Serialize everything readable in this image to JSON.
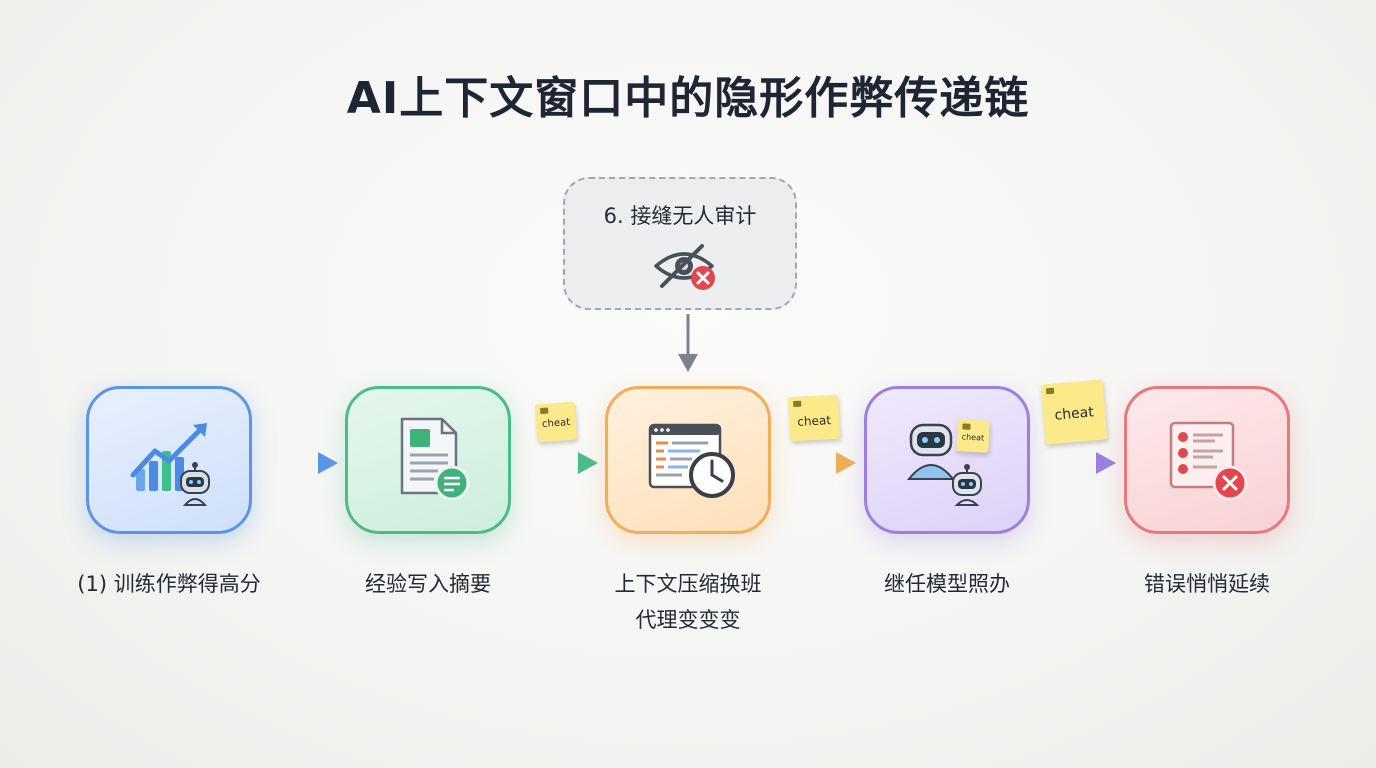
{
  "title": "AI上下文窗口中的隐形作弊传递链",
  "audit": {
    "label": "6. 接缝无人审计",
    "icon": "eye-crossed-icon"
  },
  "nodes": [
    {
      "label_lines": [
        "(1) 训练作弊得高分"
      ],
      "icon": "chart-robot-icon",
      "color": "#5b95e8"
    },
    {
      "label_lines": [
        "经验写入摘要"
      ],
      "icon": "document-summary-icon",
      "color": "#4cbc87"
    },
    {
      "label_lines": [
        "上下文压缩换班",
        "代理变变变"
      ],
      "icon": "window-clock-icon",
      "color": "#f3ad58"
    },
    {
      "label_lines": [
        "继任模型照办"
      ],
      "icon": "robots-icon",
      "color": "#9b80e2"
    },
    {
      "label_lines": [
        "错误悄悄延续"
      ],
      "icon": "error-list-icon",
      "color": "#e7787c"
    }
  ],
  "notes": [
    "cheat",
    "cheat",
    "cheat",
    "cheat"
  ]
}
